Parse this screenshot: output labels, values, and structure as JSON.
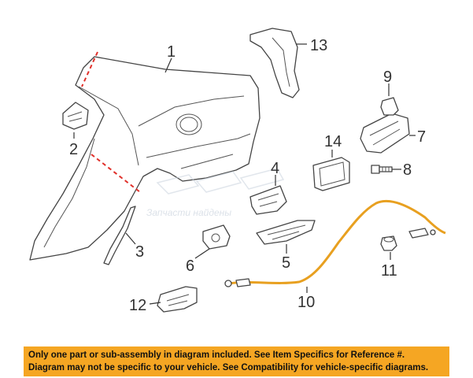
{
  "callouts": {
    "p1": "1",
    "p2": "2",
    "p3": "3",
    "p4": "4",
    "p5": "5",
    "p6": "6",
    "p7": "7",
    "p8": "8",
    "p9": "9",
    "p10": "10",
    "p11": "11",
    "p12": "12",
    "p13": "13",
    "p14": "14"
  },
  "watermark": {
    "text": "Запчасти найдены"
  },
  "notice": {
    "line1": "Only one part or sub-assembly in diagram included. See Item Specifics for Reference #.",
    "line2": "Diagram may not be specific to your vehicle. See Compatibility for vehicle-specific diagrams."
  },
  "colors": {
    "banner": "#f5a623",
    "cut_line": "#e0302a",
    "cable": "#e8a020",
    "line_art": "#444444"
  }
}
